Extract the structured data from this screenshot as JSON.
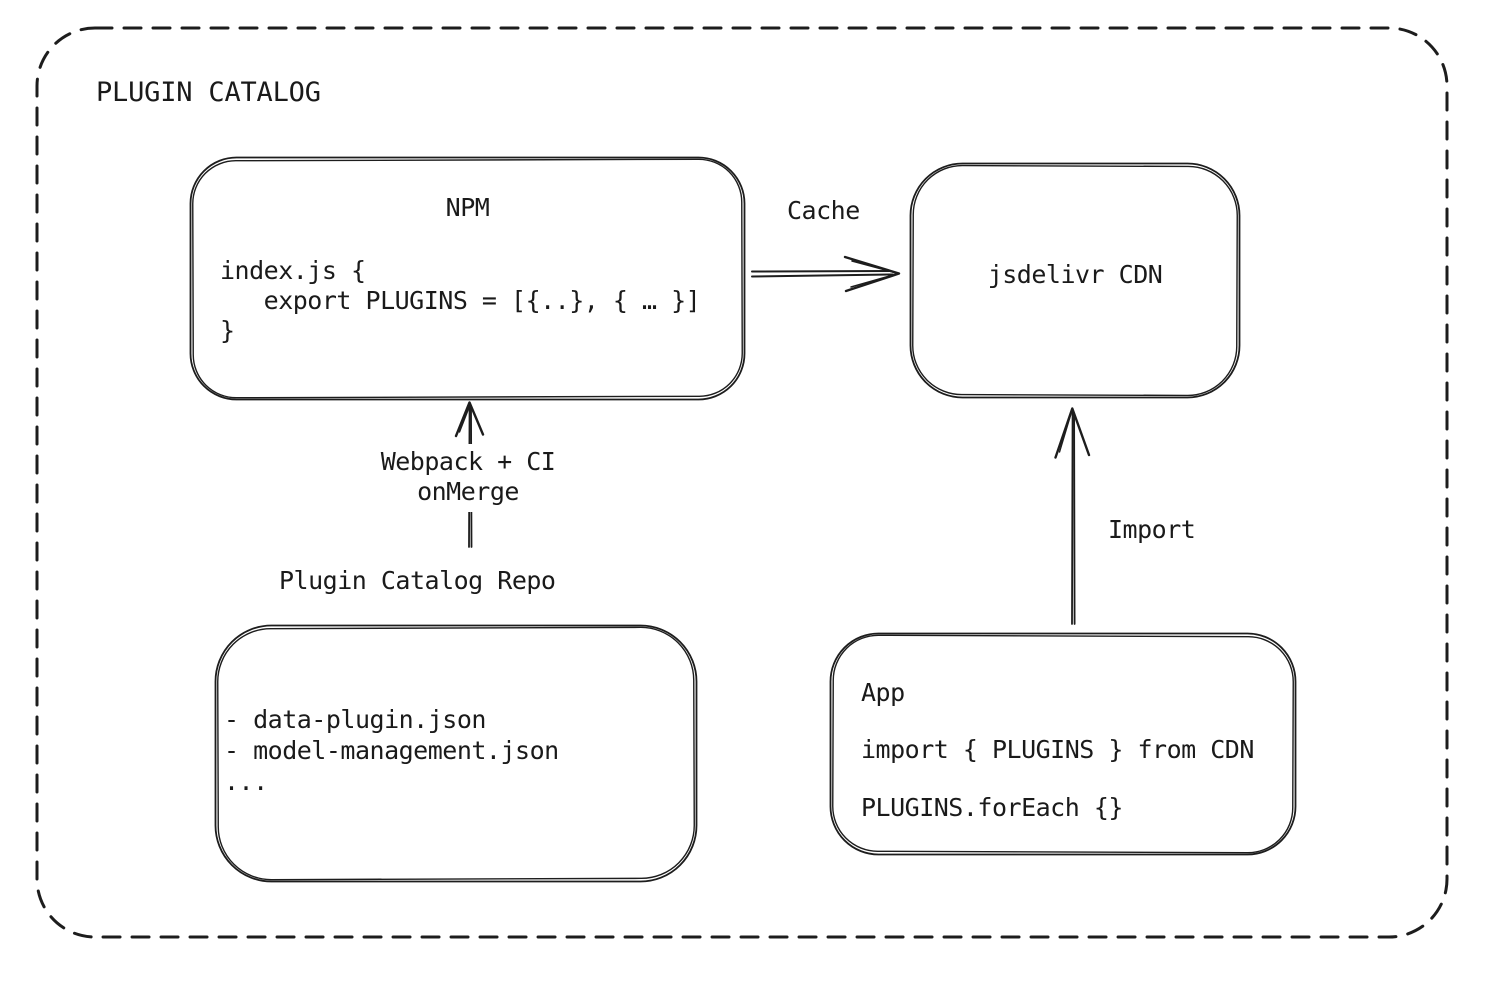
{
  "title": "PLUGIN CATALOG",
  "nodes": {
    "npm": {
      "title": "NPM",
      "code": "index.js {\n   export PLUGINS = [{..}, { … }]\n}"
    },
    "cdn": {
      "title": "jsdelivr CDN"
    },
    "repo": {
      "title": "Plugin Catalog Repo",
      "files": "- data-plugin.json\n- model-management.json\n..."
    },
    "app": {
      "title": "App",
      "import_line": "import { PLUGINS } from CDN",
      "foreach_line": "PLUGINS.forEach {}"
    }
  },
  "edges": {
    "cache_label": "Cache",
    "build_label": "Webpack + CI\nonMerge",
    "import_label": "Import"
  },
  "colors": {
    "stroke": "#1d1d1d",
    "background": "#ffffff"
  }
}
